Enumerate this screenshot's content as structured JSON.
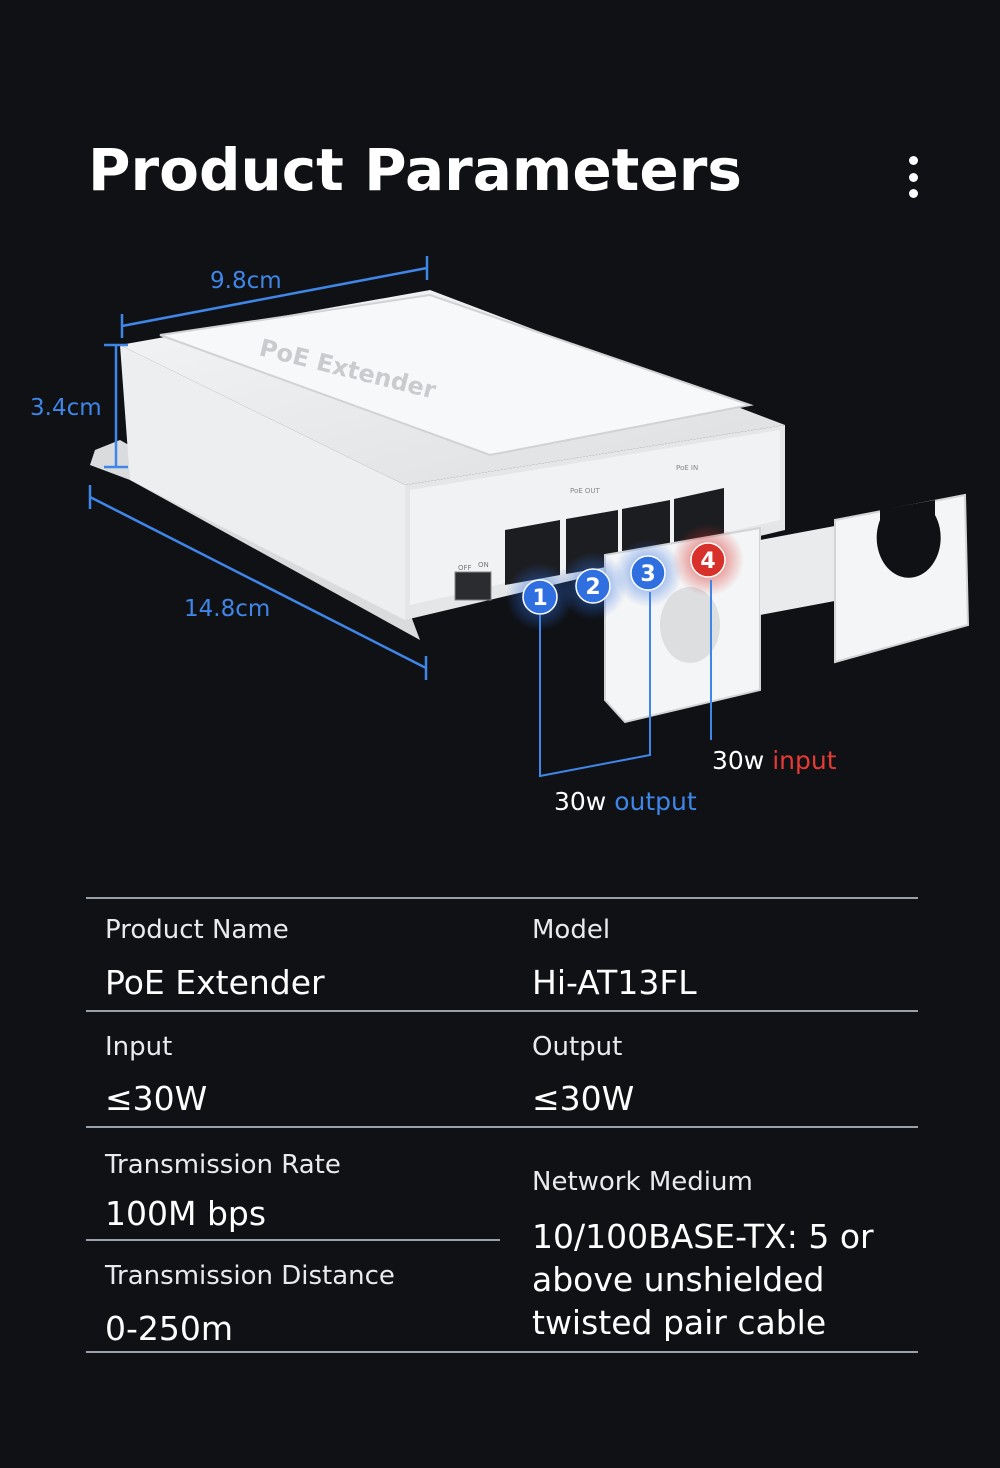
{
  "page": {
    "title": "Product Parameters"
  },
  "menu": {
    "icon": "more-vertical-icon"
  },
  "figure": {
    "product_text": "PoE Extender",
    "dimensions": {
      "width": "9.8cm",
      "height": "3.4cm",
      "length": "14.8cm"
    },
    "ports": [
      "1",
      "2",
      "3",
      "4"
    ],
    "port_colors": {
      "output": "#2f6fe0",
      "input": "#d8302b"
    },
    "output_legend": {
      "prefix": "30w",
      "highlight": "output"
    },
    "input_legend": {
      "prefix": "30w",
      "highlight": "input"
    },
    "port_group_labels": {
      "out": "PoE OUT",
      "in": "PoE IN"
    },
    "switch_labels": {
      "off": "OFF",
      "on": "ON"
    }
  },
  "specs": {
    "product_name": {
      "label": "Product Name",
      "value": "PoE Extender"
    },
    "model": {
      "label": "Model",
      "value": "Hi-AT13FL"
    },
    "input": {
      "label": "Input",
      "value": "≤30W"
    },
    "output": {
      "label": "Output",
      "value": "≤30W"
    },
    "transmission_rate": {
      "label": "Transmission Rate",
      "value": "100M bps"
    },
    "network_medium": {
      "label": "Network Medium",
      "value": "10/100BASE-TX: 5 or above unshielded twisted pair cable"
    },
    "transmission_distance": {
      "label": "Transmission Distance",
      "value": "0-250m"
    }
  },
  "colors": {
    "background": "#0f1115",
    "accent_blue": "#3f86e8",
    "accent_red": "#e53a36",
    "divider": "#9aa0a8"
  }
}
